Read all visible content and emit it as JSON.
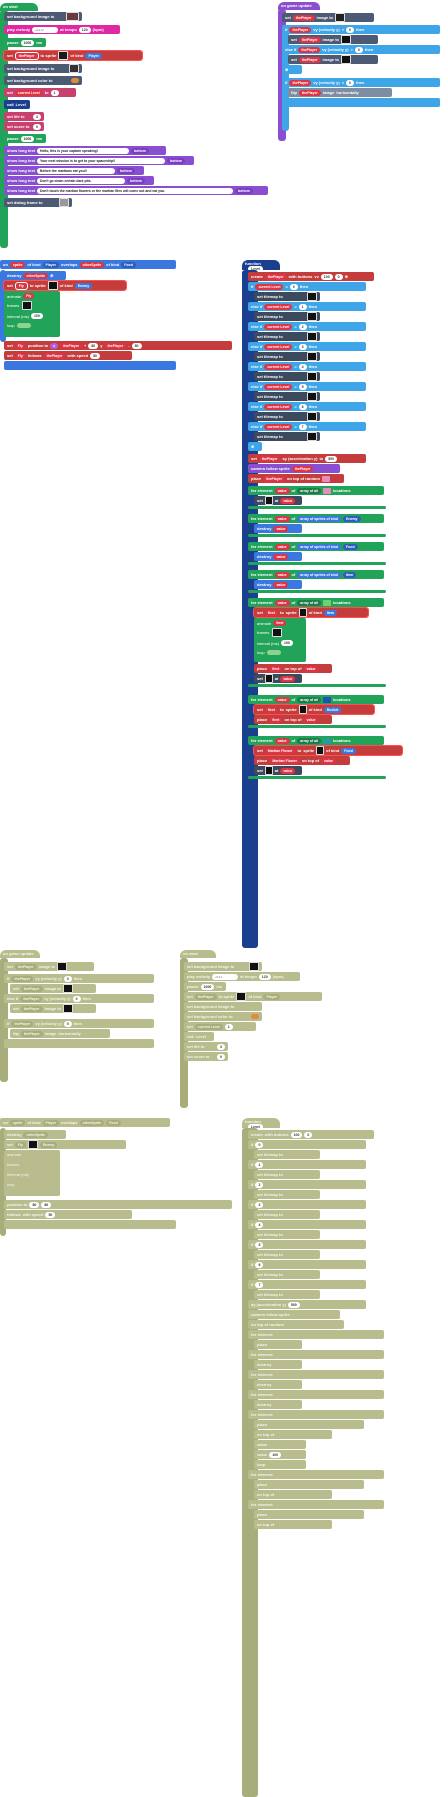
{
  "colors": {
    "events": "#22a35a",
    "scene": "#4c5a73",
    "game": "#8a4fd1",
    "music": "#e028a3",
    "sprites": "#3a78e0",
    "functions": "#1a3f8f",
    "ghost": "#b9bd8e"
  },
  "on_start": {
    "hat": "on start",
    "set_bg_image": "set background image to",
    "play_melody": "play melody",
    "melody_tempo_label": "at tempo",
    "melody_tempo": "120",
    "melody_unit": "(bpm)",
    "pause": "pause",
    "pause_ms": "1000",
    "pause_unit": "ms",
    "set_var": "set",
    "var_player": "thePlayer",
    "to_sprite": "to sprite",
    "of_kind": "of kind",
    "kind_player": "Player",
    "set_bg_color": "set background color to",
    "current_level": "current Level",
    "call_level": "call",
    "level_fn": "Level",
    "set_life": "set life to",
    "life_val": "3",
    "set_score": "set score to",
    "score_val": "0",
    "long_text": "show long text",
    "bottom": "bottom",
    "texts": [
      "Hello, this is your captain speaking!",
      "Your next mission is to get to your spaceship!!",
      "Before the martians eat you!!",
      "Don't go down certain dark pits.",
      "Don't touch the martian flowers or the martian flies will come out and eat you."
    ],
    "set_dialog_frame": "set dialog frame to"
  },
  "game_update": {
    "hat": "on game update",
    "thePlayer": "thePlayer",
    "image_to": "image to",
    "if": "if",
    "vy_label": "vy (velocity y)",
    "lt": "<",
    "zero": "0",
    "then": "then",
    "else_if": "else if",
    "gt": ">",
    "flip": "flip",
    "image": "image",
    "horizontally": "horizontally"
  },
  "overlaps": {
    "hat": "on",
    "sprite": "sprite",
    "of_kind": "of kind",
    "player": "Player",
    "overlaps": "overlaps",
    "other_sprite": "otherSprite",
    "food": "Food",
    "destroy": "destroy",
    "set_fly": "set",
    "fly": "Fly",
    "enemy": "Enemy",
    "animate": "animate",
    "frames": "frames",
    "interval_ms": "interval (ms)",
    "interval_val": "100",
    "loop": "loop",
    "position_to": "position to",
    "x": "x",
    "y": "y",
    "plus": "+",
    "minus": "-",
    "offset": "80",
    "offset_y": "80",
    "follows": "follows",
    "speed_label": "with speed",
    "speed": "50"
  },
  "function_level": {
    "hat": "function",
    "name": "Level",
    "create": "create",
    "with_buttons": "with buttons",
    "vx": "vx",
    "vx_val": "100",
    "vy_val": "0",
    "if": "if",
    "eq": "=",
    "then": "then",
    "set_tilemap": "set tilemap to",
    "tilemap": "tilemap",
    "levels": [
      "0",
      "1",
      "2",
      "3",
      "4",
      "5",
      "6",
      "7"
    ],
    "set_accel": "ay (acceleration y)",
    "accel_val": "500",
    "camera_follow": "camera follow sprite",
    "place": "place",
    "on_top_of": "on top of random",
    "for_element": "for element",
    "value": "value",
    "of": "of",
    "array_all": "array of all",
    "locations": "locations",
    "array_sprites": "array of sprites of kind",
    "enemy": "Enemy",
    "food": "Food",
    "item": "Item",
    "fleet": "Fleet",
    "rocket": "Rocket",
    "martian_flower": "Martian Flower",
    "destroy": "destroy",
    "to": "to",
    "sprite": "sprite",
    "interval_val": "100",
    "loop": "loop",
    "on_top_of_value": "on top of"
  }
}
